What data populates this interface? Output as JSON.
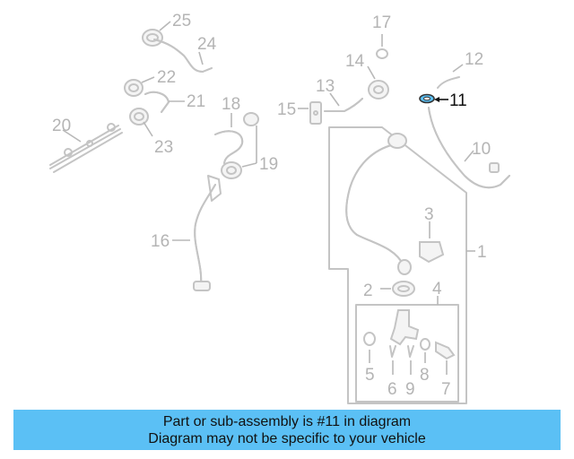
{
  "diagram": {
    "callouts": [
      "1",
      "2",
      "3",
      "4",
      "5",
      "6",
      "7",
      "8",
      "9",
      "10",
      "11",
      "12",
      "13",
      "14",
      "15",
      "16",
      "17",
      "18",
      "19",
      "20",
      "21",
      "22",
      "23",
      "24",
      "25"
    ],
    "highlighted": "11",
    "highlight_color": "#5bc0f5"
  },
  "banner": {
    "line1": "Part or sub-assembly is #11 in diagram",
    "line2": "Diagram may not be specific to your vehicle",
    "background": "#5bc0f5"
  }
}
